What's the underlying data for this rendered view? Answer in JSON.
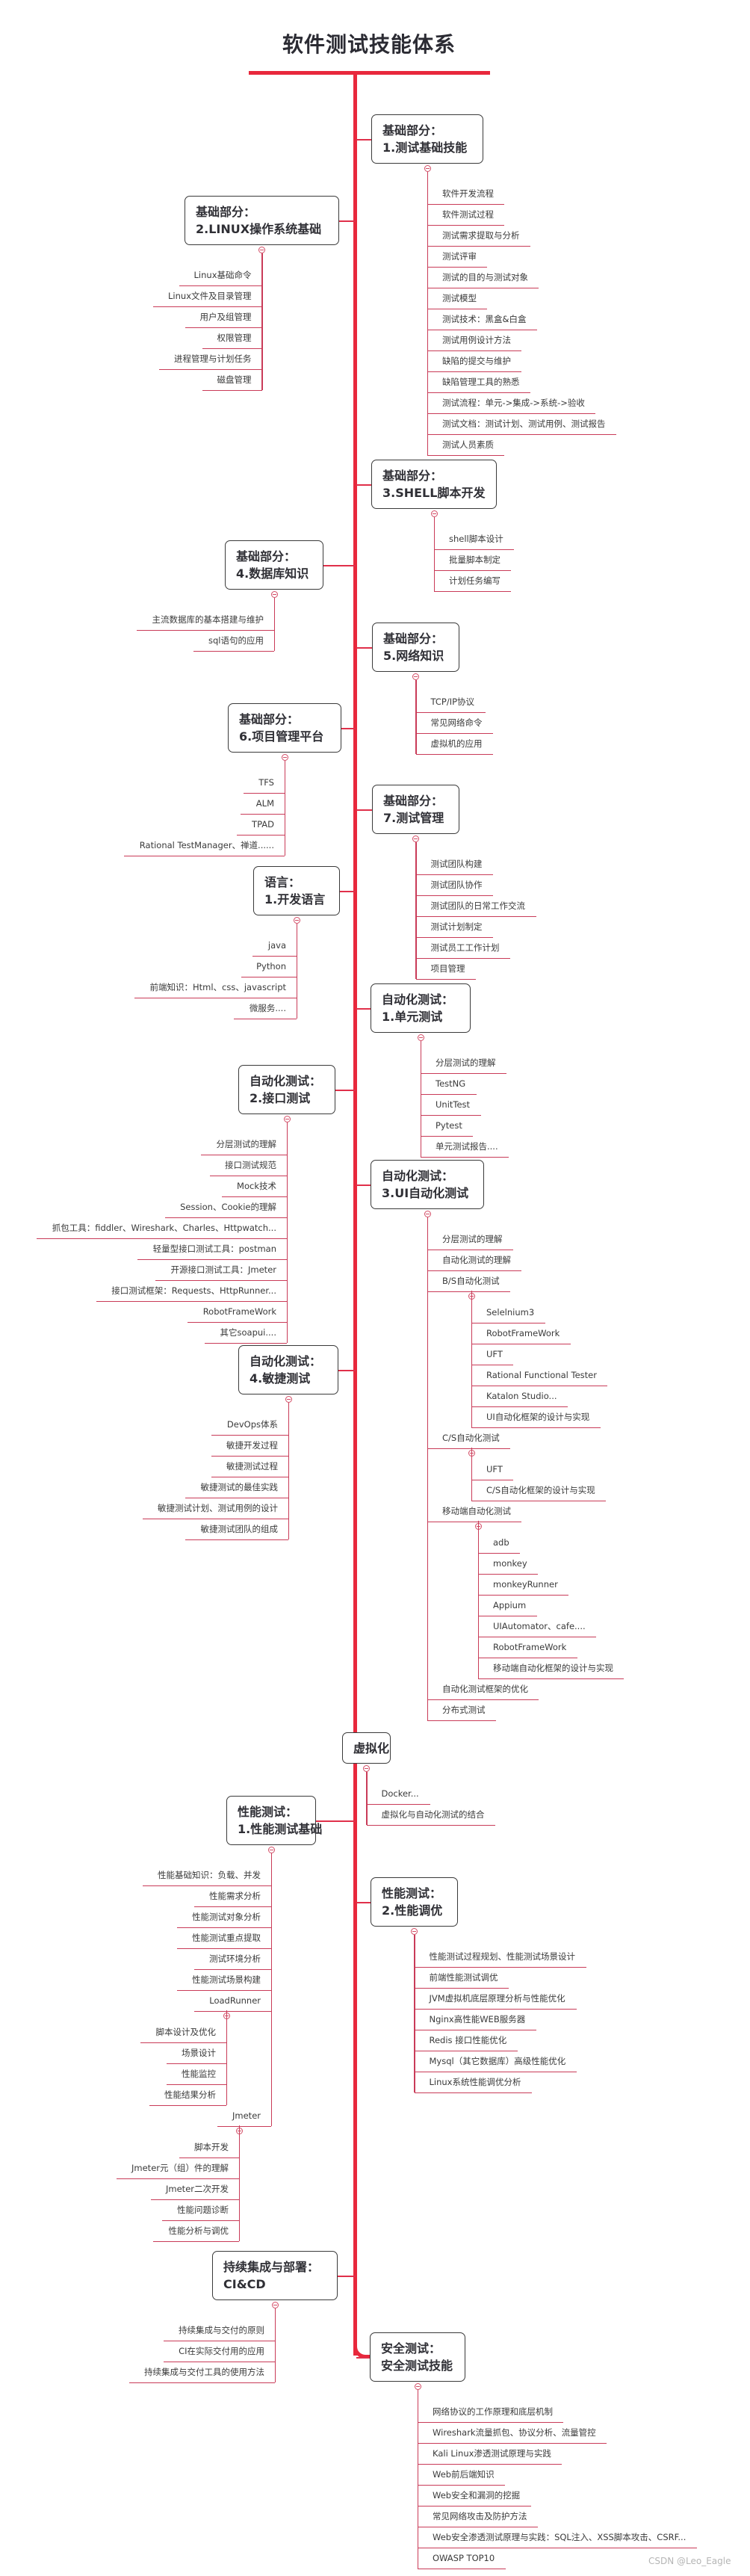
{
  "title": "软件测试技能体系",
  "colors": {
    "accent": "#e8283c",
    "branch": "#c93b58",
    "box_border": "#3a3a3a",
    "text": "#333333"
  },
  "watermark": "CSDN @Leo_Eagle",
  "topics": [
    {
      "id": "t1",
      "line1": "基础部分：",
      "line2": "1.测试基础技能",
      "children": [
        "软件开发流程",
        "软件测试过程",
        "测试需求提取与分析",
        "测试评审",
        "测试的目的与测试对象",
        "测试模型",
        "测试技术：黑盒&白盒",
        "测试用例设计方法",
        "缺陷的提交与维护",
        "缺陷管理工具的熟悉",
        "测试流程：单元->集成->系统->验收",
        "测试文档：测试计划、测试用例、测试报告",
        "测试人员素质"
      ]
    },
    {
      "id": "t2",
      "line1": "基础部分：",
      "line2": "2.LINUX操作系统基础",
      "children": [
        "Linux基础命令",
        "Linux文件及目录管理",
        "用户及组管理",
        "权限管理",
        "进程管理与计划任务",
        "磁盘管理"
      ]
    },
    {
      "id": "t3",
      "line1": "基础部分：",
      "line2": "3.SHELL脚本开发",
      "children": [
        "shell脚本设计",
        "批量脚本制定",
        "计划任务编写"
      ]
    },
    {
      "id": "t4",
      "line1": "基础部分：",
      "line2": "4.数据库知识",
      "children": [
        "主流数据库的基本搭建与维护",
        "sql语句的应用"
      ]
    },
    {
      "id": "t5",
      "line1": "基础部分：",
      "line2": "5.网络知识",
      "children": [
        "TCP/IP协议",
        "常见网络命令",
        "虚拟机的应用"
      ]
    },
    {
      "id": "t6",
      "line1": "基础部分：",
      "line2": "6.项目管理平台",
      "children": [
        "TFS",
        "ALM",
        "TPAD",
        "Rational TestManager、禅道......"
      ]
    },
    {
      "id": "t7",
      "line1": "基础部分：",
      "line2": "7.测试管理",
      "children": [
        "测试团队构建",
        "测试团队协作",
        "测试团队的日常工作交流",
        "测试计划制定",
        "测试员工工作计划",
        "项目管理"
      ]
    },
    {
      "id": "t8",
      "line1": "语言：",
      "line2": "1.开发语言",
      "children": [
        "java",
        "Python",
        "前端知识：Html、css、javascript",
        "微服务...."
      ]
    },
    {
      "id": "t9",
      "line1": "自动化测试：",
      "line2": "1.单元测试",
      "children": [
        "分层测试的理解",
        "TestNG",
        "UnitTest",
        "Pytest",
        "单元测试报告...."
      ]
    },
    {
      "id": "t10",
      "line1": "自动化测试：",
      "line2": "2.接口测试",
      "children": [
        "分层测试的理解",
        "接口测试规范",
        "Mock技术",
        "Session、Cookie的理解",
        "抓包工具：fiddler、Wireshark、Charles、Httpwatch...",
        "轻量型接口测试工具：postman",
        "开源接口测试工具：Jmeter",
        "接口测试框架：Requests、HttpRunner...",
        "RobotFrameWork",
        "其它soapui...."
      ]
    },
    {
      "id": "t11",
      "line1": "自动化测试：",
      "line2": "3.UI自动化测试",
      "children": [
        "分层测试的理解",
        "自动化测试的理解",
        "B/S自动化测试",
        "C/S自动化测试",
        "移动端自动化测试",
        "自动化测试框架的优化",
        "分布式测试"
      ],
      "sub": {
        "bs": [
          "Selelnium3",
          "RobotFrameWork",
          "UFT",
          "Rational Functional Tester",
          "Katalon Studio...",
          "UI自动化框架的设计与实现"
        ],
        "cs": [
          "UFT",
          "C/S自动化框架的设计与实现"
        ],
        "mobile": [
          "adb",
          "monkey",
          "monkeyRunner",
          "Appium",
          "UIAutomator、cafe....",
          "RobotFrameWork",
          "移动端自动化框架的设计与实现"
        ]
      }
    },
    {
      "id": "t12",
      "line1": "自动化测试：",
      "line2": "4.敏捷测试",
      "children": [
        "DevOps体系",
        "敏捷开发过程",
        "敏捷测试过程",
        "敏捷测试的最佳实践",
        "敏捷测试计划、测试用例的设计",
        "敏捷测试团队的组成"
      ]
    },
    {
      "id": "t13",
      "line1": "虚拟化",
      "line2": "",
      "children": [
        "Docker...",
        "虚拟化与自动化测试的结合"
      ]
    },
    {
      "id": "t14",
      "line1": "性能测试：",
      "line2": "1.性能测试基础",
      "children": [
        "性能基础知识：负载、并发",
        "性能需求分析",
        "性能测试对象分析",
        "性能测试重点提取",
        "测试环境分析",
        "性能测试场景构建",
        "LoadRunner",
        "Jmeter"
      ],
      "sub": {
        "loadrunner": [
          "脚本设计及优化",
          "场景设计",
          "性能监控",
          "性能结果分析"
        ],
        "jmeter": [
          "脚本开发",
          "Jmeter元（组）件的理解",
          "Jmeter二次开发",
          "性能问题诊断",
          "性能分析与调优"
        ]
      }
    },
    {
      "id": "t15",
      "line1": "性能测试：",
      "line2": "2.性能调优",
      "children": [
        "性能测试过程规划、性能测试场景设计",
        "前端性能测试调优",
        "JVM虚拟机底层原理分析与性能优化",
        "Nginx高性能WEB服务器",
        "Redis 接口性能优化",
        "Mysql（其它数据库）高级性能优化",
        "Linux系统性能调优分析"
      ]
    },
    {
      "id": "t16",
      "line1": "持续集成与部署：",
      "line2": "CI&CD",
      "children": [
        "持续集成与交付的原则",
        "CI在实际交付用的应用",
        "持续集成与交付工具的使用方法"
      ]
    },
    {
      "id": "t17",
      "line1": "安全测试：",
      "line2": "安全测试技能",
      "children": [
        "网络协议的工作原理和底层机制",
        "Wireshark流量抓包、协议分析、流量管控",
        "Kali Linux渗透测试原理与实践",
        "Web前后端知识",
        "Web安全和漏洞的挖掘",
        "常见网络攻击及防护方法",
        "Web安全渗透测试原理与实践：SQL注入、XSS脚本攻击、CSRF...",
        "OWASP TOP10"
      ]
    }
  ]
}
